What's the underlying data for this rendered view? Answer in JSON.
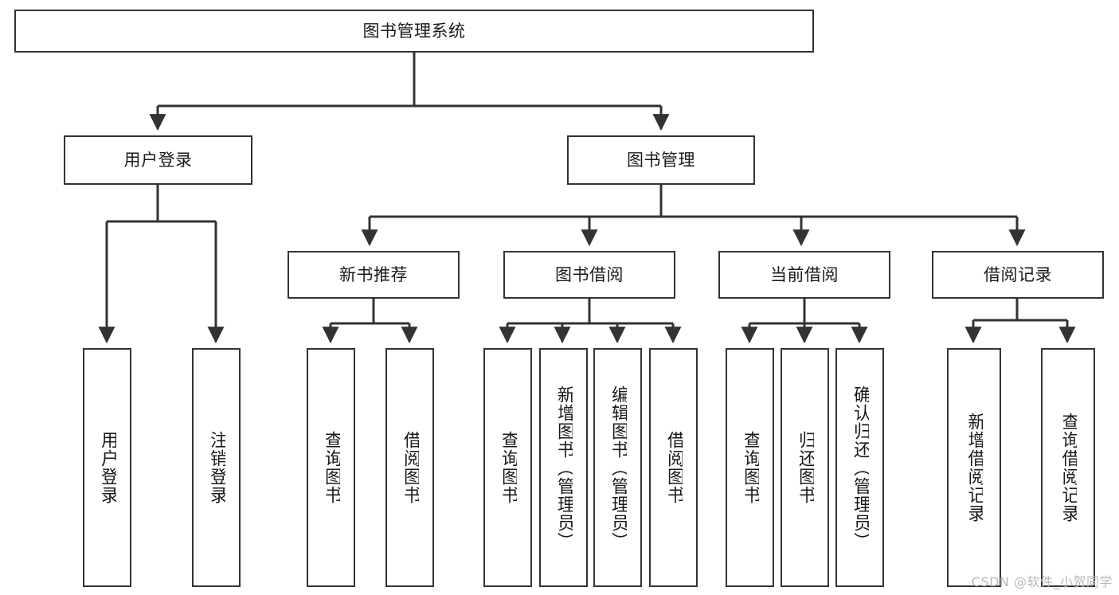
{
  "diagram": {
    "title": "图书管理系统",
    "type": "tree-hierarchy",
    "watermark": "CSDN @软件_小贺同学",
    "colors": {
      "box_border": "#333333",
      "box_fill": "#ffffff",
      "edge": "#333333",
      "text": "#1a1a1a",
      "watermark": "#b9b9b9"
    },
    "levels": [
      {
        "level": 1,
        "nodes": [
          {
            "id": "root",
            "label": "图书管理系统",
            "orientation": "horizontal"
          }
        ]
      },
      {
        "level": 2,
        "nodes": [
          {
            "id": "login",
            "label": "用户登录",
            "orientation": "horizontal",
            "parent": "root"
          },
          {
            "id": "bookmgmt",
            "label": "图书管理",
            "orientation": "horizontal",
            "parent": "root"
          }
        ]
      },
      {
        "level": 3,
        "nodes": [
          {
            "id": "newbook",
            "label": "新书推荐",
            "orientation": "horizontal",
            "parent": "bookmgmt"
          },
          {
            "id": "borrow",
            "label": "图书借阅",
            "orientation": "horizontal",
            "parent": "bookmgmt"
          },
          {
            "id": "current",
            "label": "当前借阅",
            "orientation": "horizontal",
            "parent": "bookmgmt"
          },
          {
            "id": "record",
            "label": "借阅记录",
            "orientation": "horizontal",
            "parent": "bookmgmt"
          }
        ]
      },
      {
        "level": 4,
        "nodes": [
          {
            "id": "leaf1",
            "label": "用户登录",
            "orientation": "vertical",
            "parent": "login"
          },
          {
            "id": "leaf2",
            "label": "注销登录",
            "orientation": "vertical",
            "parent": "login"
          },
          {
            "id": "leaf3",
            "label": "查询图书",
            "orientation": "vertical",
            "parent": "newbook"
          },
          {
            "id": "leaf4",
            "label": "借阅图书",
            "orientation": "vertical",
            "parent": "newbook"
          },
          {
            "id": "leaf5",
            "label": "查询图书",
            "orientation": "vertical",
            "parent": "borrow"
          },
          {
            "id": "leaf6",
            "label": "新增图书（管理员）",
            "orientation": "vertical",
            "parent": "borrow"
          },
          {
            "id": "leaf7",
            "label": "编辑图书（管理员）",
            "orientation": "vertical",
            "parent": "borrow"
          },
          {
            "id": "leaf8",
            "label": "借阅图书",
            "orientation": "vertical",
            "parent": "borrow"
          },
          {
            "id": "leaf9",
            "label": "查询图书",
            "orientation": "vertical",
            "parent": "current"
          },
          {
            "id": "leaf10",
            "label": "归还图书",
            "orientation": "vertical",
            "parent": "current"
          },
          {
            "id": "leaf11",
            "label": "确认归还（管理员）",
            "orientation": "vertical",
            "parent": "current"
          },
          {
            "id": "leaf12",
            "label": "新增借阅记录",
            "orientation": "vertical",
            "parent": "record"
          },
          {
            "id": "leaf13",
            "label": "查询借阅记录",
            "orientation": "vertical",
            "parent": "record"
          }
        ]
      }
    ]
  }
}
